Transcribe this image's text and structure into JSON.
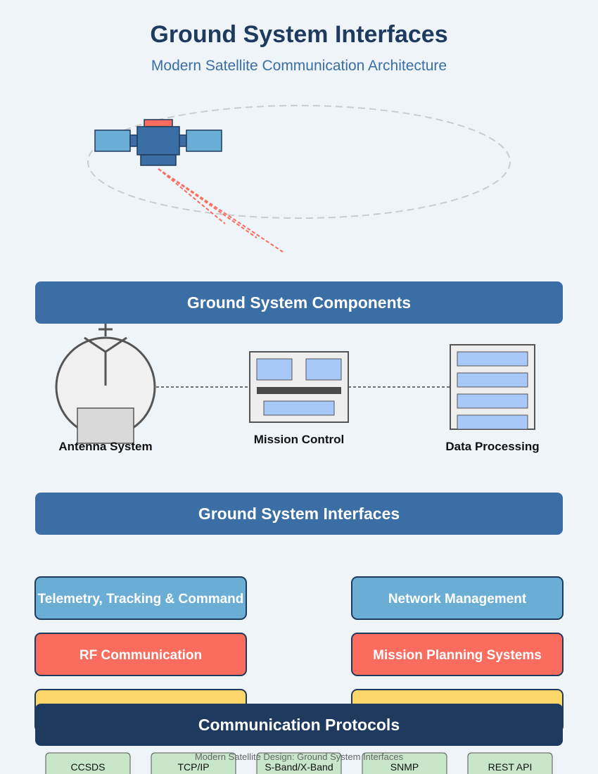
{
  "header": {
    "title": "Ground System Interfaces",
    "subtitle": "Modern Satellite Communication Architecture"
  },
  "components": {
    "banner": "Ground System Components",
    "antenna_label": "Antenna System",
    "mission_label": "Mission Control",
    "data_label": "Data Processing"
  },
  "interfaces": {
    "banner": "Ground System Interfaces",
    "items": [
      "Telemetry, Tracking & Command",
      "Network Management",
      "RF Communication",
      "Mission Planning Systems"
    ]
  },
  "protocols": {
    "banner": "Communication Protocols",
    "items": [
      "CCSDS",
      "TCP/IP",
      "S-Band/X-Band",
      "SNMP",
      "REST API"
    ]
  },
  "footer": "Modern Satellite Design: Ground System Interfaces",
  "colors": {
    "background": "#eff4f9",
    "navy": "#1e3a5f",
    "banner_blue": "#3a6ea5",
    "light_blue": "#6aaed6",
    "coral": "#f96c5e",
    "yellow": "#fdd66a",
    "proto_green": "#c8e6c9"
  }
}
